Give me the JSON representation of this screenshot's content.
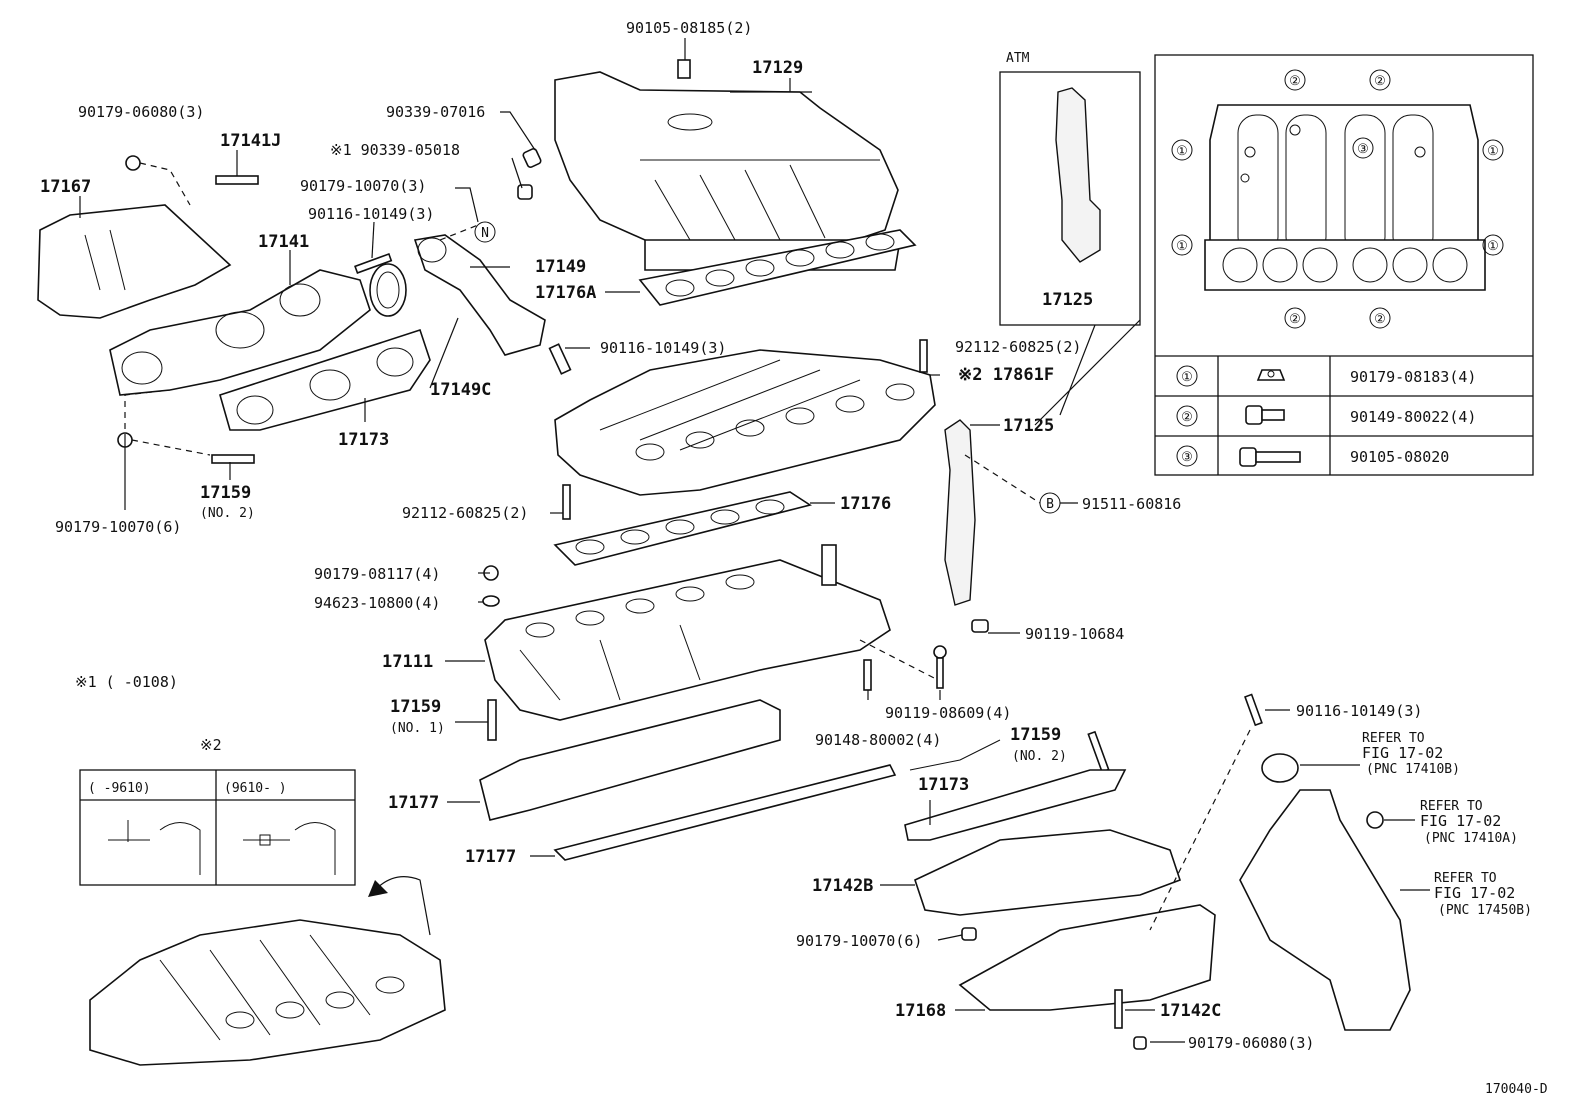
{
  "diagram_id": "170040-D",
  "notes": {
    "note1": "※1 (      -0108)",
    "note2_mark": "※2",
    "note2_col1": "(      -9610)",
    "note2_col2": "(9610-        )"
  },
  "inset": {
    "atm_label": "ATM",
    "atm_part": "17125",
    "table": [
      {
        "key": "①",
        "part": "90179-08183(4)",
        "icon": "nut-icon"
      },
      {
        "key": "②",
        "part": "90149-80022(4)",
        "icon": "bolt-icon"
      },
      {
        "key": "③",
        "part": "90105-08020",
        "icon": "long-bolt-icon"
      }
    ],
    "circle_marks": [
      "①",
      "②",
      "③"
    ]
  },
  "callouts": {
    "c_n": "N",
    "c_b": "B",
    "p90105_08185": "90105-08185(2)",
    "p17129": "17129",
    "p90339_07016": "90339-07016",
    "p90339_05018": "※1 90339-05018",
    "p90179_10070_3": "90179-10070(3)",
    "p90116_10149_3a": "90116-10149(3)",
    "p90179_06080_3a": "90179-06080(3)",
    "p17141J": "17141J",
    "p17167": "17167",
    "p17141": "17141",
    "p17149": "17149",
    "p17176A": "17176A",
    "p90116_10149_3b": "90116-10149(3)",
    "p17149C": "17149C",
    "p17173a": "17173",
    "p17159_no2a": "17159",
    "p17159_no2a_sub": "(NO. 2)",
    "p90179_10070_6a": "90179-10070(6)",
    "p92112_60825_a": "92112-60825(2)",
    "p17861F": "※2 17861F",
    "p17125": "17125",
    "p91511_60816": "91511-60816",
    "p92112_60825_b": "92112-60825(2)",
    "p17176": "17176",
    "p90179_08117": "90179-08117(4)",
    "p94623_10800": "94623-10800(4)",
    "p90119_10684": "90119-10684",
    "p17111": "17111",
    "p17159_no1": "17159",
    "p17159_no1_sub": "(NO. 1)",
    "p90148_80002": "90148-80002(4)",
    "p90119_08609": "90119-08609(4)",
    "p17159_no2b": "17159",
    "p17159_no2b_sub": "(NO. 2)",
    "p17173b": "17173",
    "p17177a": "17177",
    "p17177b": "17177",
    "p17142B": "17142B",
    "p90179_10070_6b": "90179-10070(6)",
    "p17168": "17168",
    "p17142C": "17142C",
    "p90179_06080_3b": "90179-06080(3)",
    "p90116_10149_3c": "90116-10149(3)",
    "ref1_a": "REFER TO",
    "ref1_b": "FIG 17-02",
    "ref1_c": "(PNC 17410B)",
    "ref2_a": "REFER TO",
    "ref2_b": "FIG 17-02",
    "ref2_c": "(PNC 17410A)",
    "ref3_a": "REFER TO",
    "ref3_b": "FIG 17-02",
    "ref3_c": "(PNC 17450B)"
  }
}
